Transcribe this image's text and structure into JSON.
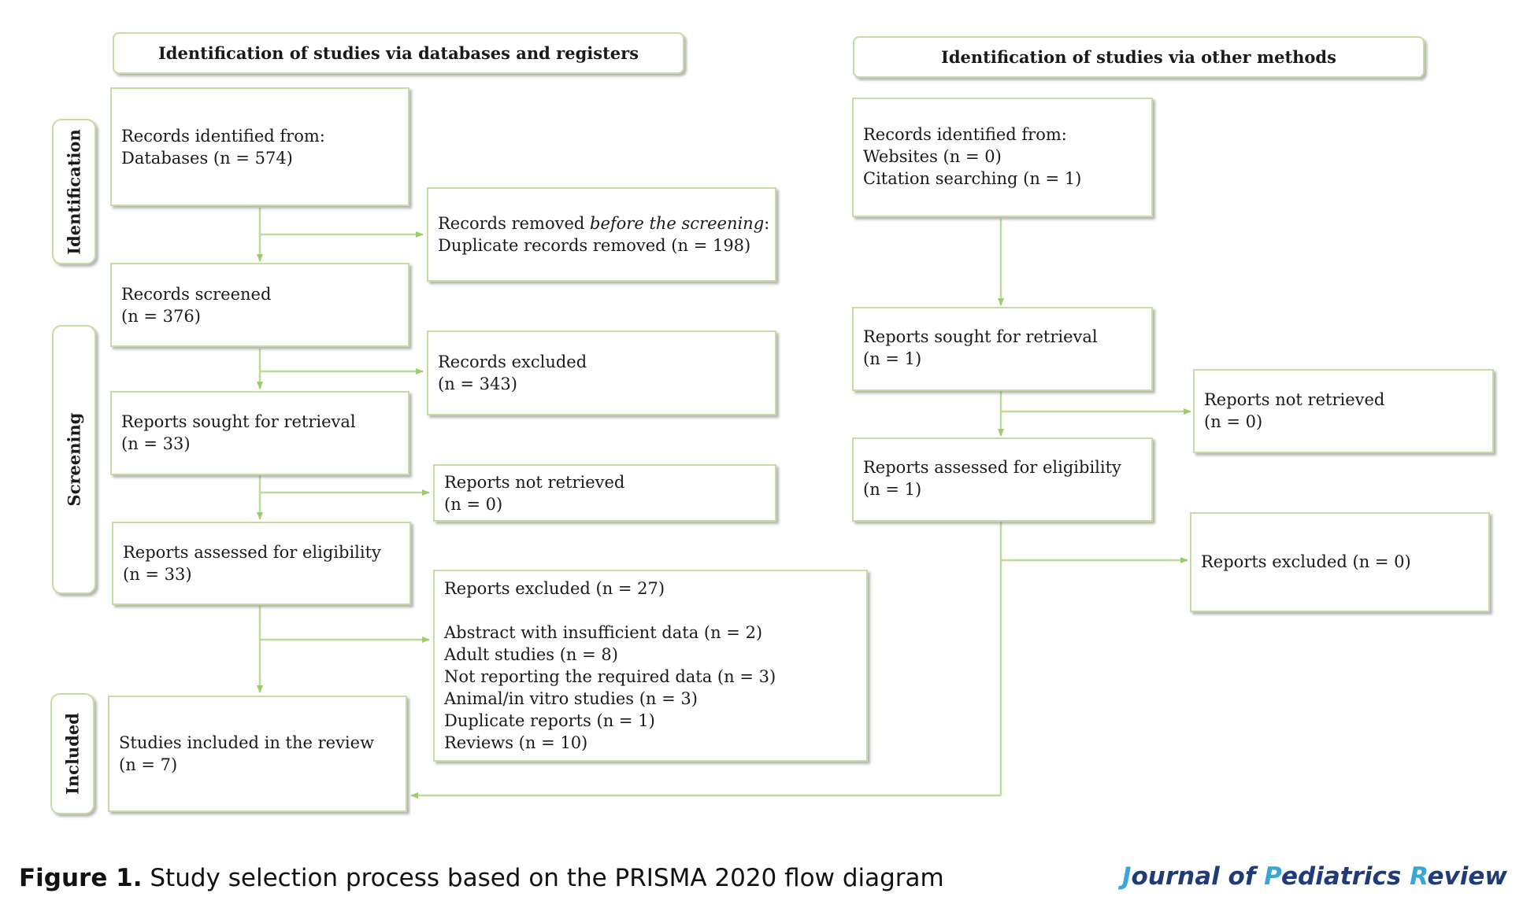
{
  "headers": {
    "databases": "Identification of studies via databases and registers",
    "other": "Identification of studies via other methods"
  },
  "stages": {
    "identification": "Identification",
    "screening": "Screening",
    "included": "Included"
  },
  "db": {
    "identified": {
      "l1": "Records identified from:",
      "l2": "Databases (n = 574)"
    },
    "removed": {
      "l1a": "Records removed ",
      "l1b": "before the screening",
      "l1c": ":",
      "l2": "Duplicate records removed (n = 198)"
    },
    "screened": {
      "l1": "Records screened",
      "l2": "(n = 376)"
    },
    "excluded": {
      "l1": "Records excluded",
      "l2": "(n = 343)"
    },
    "sought": {
      "l1": "Reports sought for retrieval",
      "l2": "(n = 33)"
    },
    "not_retrieved": {
      "l1": "Reports not retrieved",
      "l2": "(n = 0)"
    },
    "assessed": {
      "l1": "Reports assessed for eligibility",
      "l2": "(n = 33)"
    },
    "reports_excluded": {
      "title": "Reports excluded (n = 27)",
      "reasons": [
        "Abstract with insufficient data (n = 2)",
        "Adult studies (n = 8)",
        "Not reporting the required data (n = 3)",
        "Animal/in vitro studies (n = 3)",
        "Duplicate reports (n = 1)",
        "Reviews (n = 10)"
      ]
    },
    "included": {
      "l1": "Studies included in the review",
      "l2": "(n = 7)"
    }
  },
  "other": {
    "identified": {
      "l1": "Records identified from:",
      "l2": "Websites (n = 0)",
      "l3": "Citation searching (n = 1)"
    },
    "sought": {
      "l1": "Reports sought for retrieval",
      "l2": "(n = 1)"
    },
    "not_retrieved": {
      "l1": "Reports not retrieved",
      "l2": "(n = 0)"
    },
    "assessed": {
      "l1": "Reports assessed for eligibility",
      "l2": "(n = 1)"
    },
    "excluded": {
      "l1": "Reports excluded (n = 0)"
    }
  },
  "caption": {
    "label": "Figure 1.",
    "text": " Study selection process based on the PRISMA 2020 flow diagram"
  },
  "journal": {
    "p1": "J",
    "p2": "ournal of ",
    "p3": "P",
    "p4": "ediatrics ",
    "p5": "R",
    "p6": "eview"
  },
  "colors": {
    "border": "#c5dca5",
    "arrow": "#9ccd6a",
    "journal": "#1f3c78",
    "journal_accent": "#39a6d8"
  }
}
